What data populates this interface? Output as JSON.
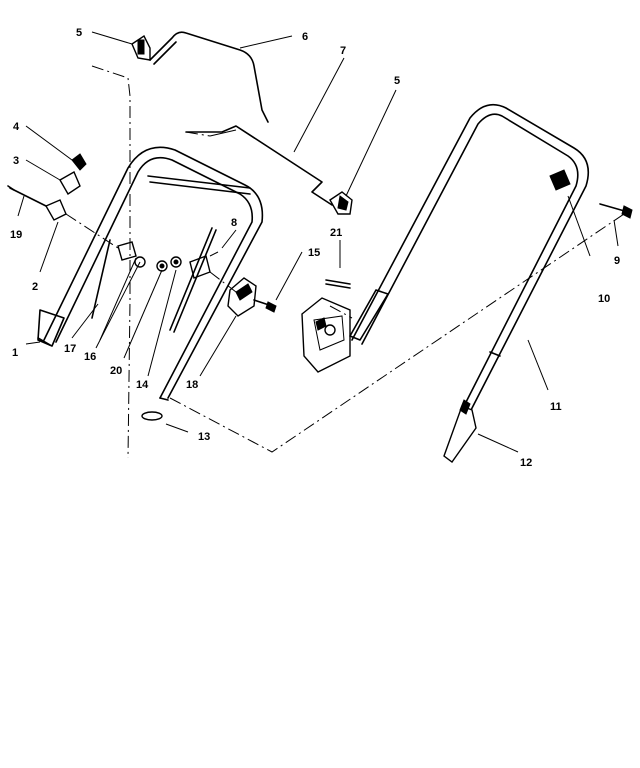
{
  "callouts": [
    {
      "id": "c1",
      "text": "1"
    },
    {
      "id": "c2",
      "text": "2"
    },
    {
      "id": "c3",
      "text": "3"
    },
    {
      "id": "c4",
      "text": "4"
    },
    {
      "id": "c5a",
      "text": "5"
    },
    {
      "id": "c5b",
      "text": "5"
    },
    {
      "id": "c6",
      "text": "6"
    },
    {
      "id": "c7",
      "text": "7"
    },
    {
      "id": "c8",
      "text": "8"
    },
    {
      "id": "c9",
      "text": "9"
    },
    {
      "id": "c10",
      "text": "10"
    },
    {
      "id": "c11",
      "text": "11"
    },
    {
      "id": "c12",
      "text": "12"
    },
    {
      "id": "c13",
      "text": "13"
    },
    {
      "id": "c14",
      "text": "14"
    },
    {
      "id": "c15",
      "text": "15"
    },
    {
      "id": "c16",
      "text": "16"
    },
    {
      "id": "c17",
      "text": "17"
    },
    {
      "id": "c18",
      "text": "18"
    },
    {
      "id": "c19",
      "text": "19"
    },
    {
      "id": "c20",
      "text": "20"
    },
    {
      "id": "c21",
      "text": "21"
    }
  ]
}
